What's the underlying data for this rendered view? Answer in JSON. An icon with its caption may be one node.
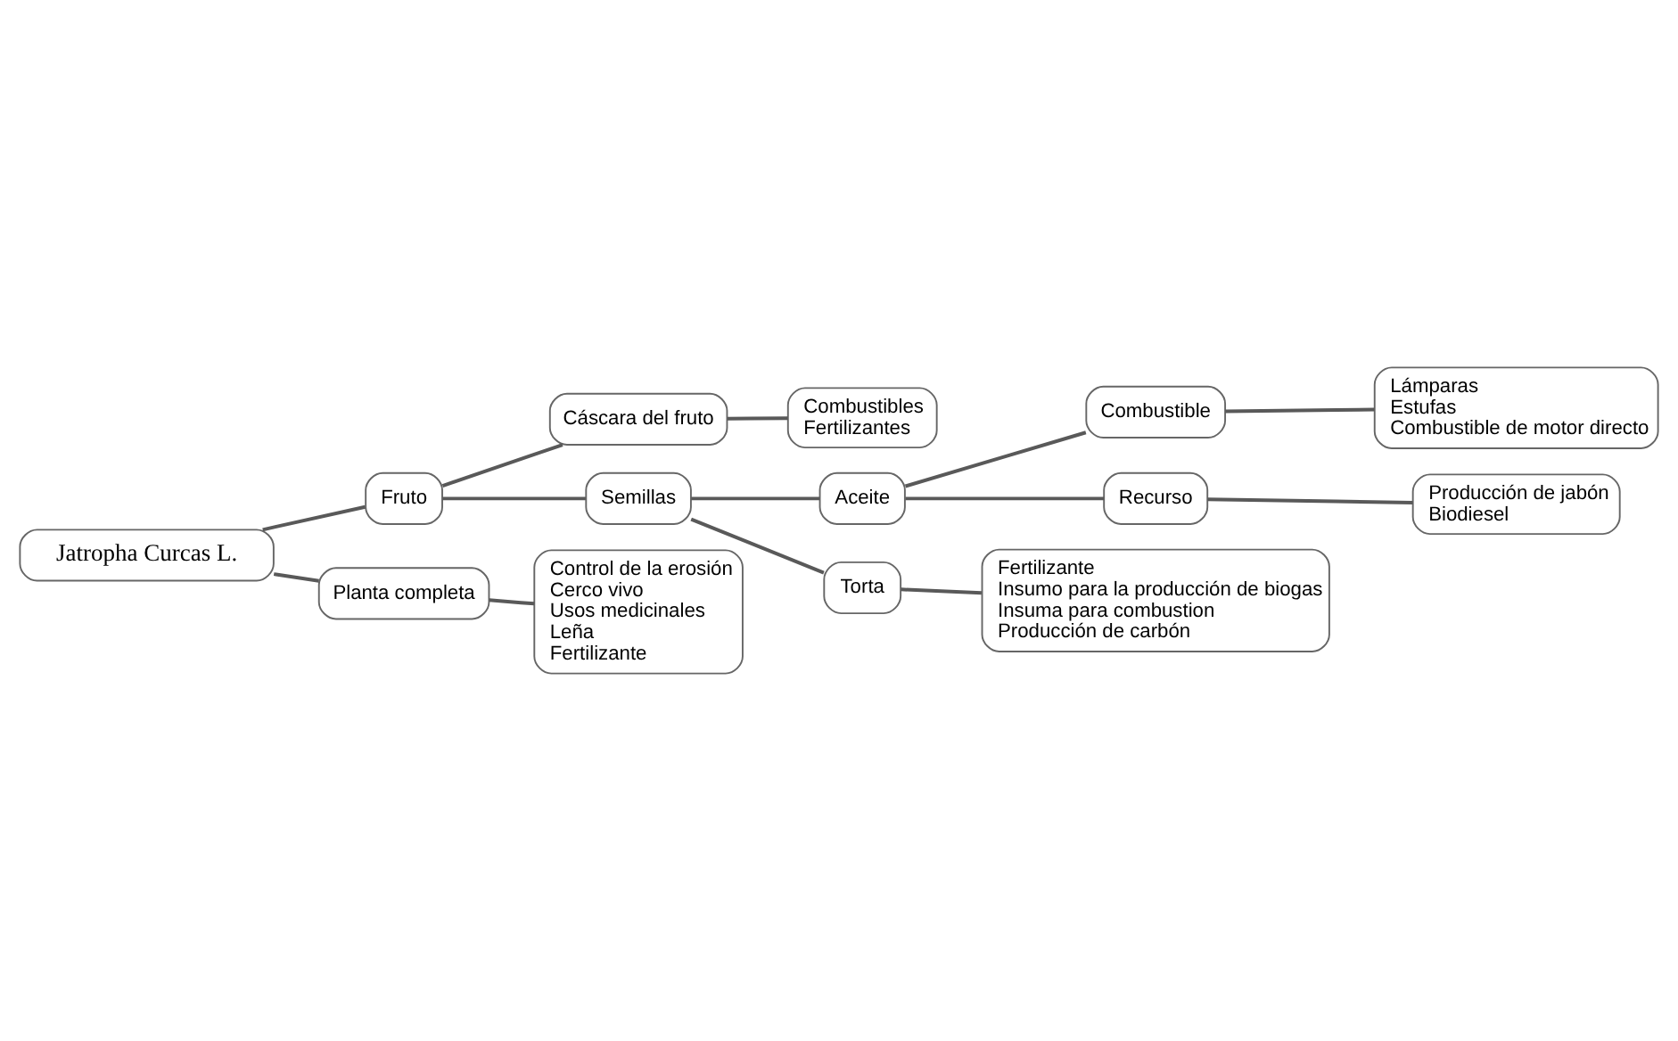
{
  "diagram": {
    "nodes": [
      {
        "text": [
          "Jatropha Curcas L."
        ]
      },
      {
        "text": [
          "Fruto"
        ]
      },
      {
        "text": [
          "Planta completa"
        ]
      },
      {
        "text": [
          "Cáscara del fruto"
        ]
      },
      {
        "text": [
          "Semillas"
        ]
      },
      {
        "text": [
          "Combustibles",
          "Fertilizantes"
        ]
      },
      {
        "text": [
          "Aceite"
        ]
      },
      {
        "text": [
          "Torta"
        ]
      },
      {
        "text": [
          "Combustible"
        ]
      },
      {
        "text": [
          "Recurso"
        ]
      },
      {
        "text": [
          "Lámparas",
          "Estufas",
          "Combustible de motor directo"
        ]
      },
      {
        "text": [
          "Producción de jabón",
          "Biodiesel"
        ]
      },
      {
        "text": [
          "Fertilizante",
          "Insumo para la producción de biogas",
          "Insuma para combustion",
          "Producción de carbón"
        ]
      },
      {
        "text": [
          "Control de la erosión",
          "Cerco vivo",
          "Usos medicinales",
          "Leña",
          "Fertilizante"
        ]
      }
    ],
    "edges": [
      {
        "from": 0,
        "to": 1,
        "arrow": "none"
      },
      {
        "from": 0,
        "to": 2,
        "arrow": "none"
      },
      {
        "from": 1,
        "to": 3,
        "arrow": "none"
      },
      {
        "from": 1,
        "to": 4,
        "arrow": "none"
      },
      {
        "from": 3,
        "to": 5,
        "arrow": "none"
      },
      {
        "from": 4,
        "to": 6,
        "arrow": "none"
      },
      {
        "from": 4,
        "to": 7,
        "arrow": "none"
      },
      {
        "from": 6,
        "to": 8,
        "arrow": "none"
      },
      {
        "from": 6,
        "to": 9,
        "arrow": "none"
      },
      {
        "from": 8,
        "to": 10,
        "arrow": "none"
      },
      {
        "from": 9,
        "to": 11,
        "arrow": "none"
      },
      {
        "from": 7,
        "to": 12,
        "arrow": "none"
      },
      {
        "from": 2,
        "to": 13,
        "arrow": "none"
      }
    ]
  }
}
